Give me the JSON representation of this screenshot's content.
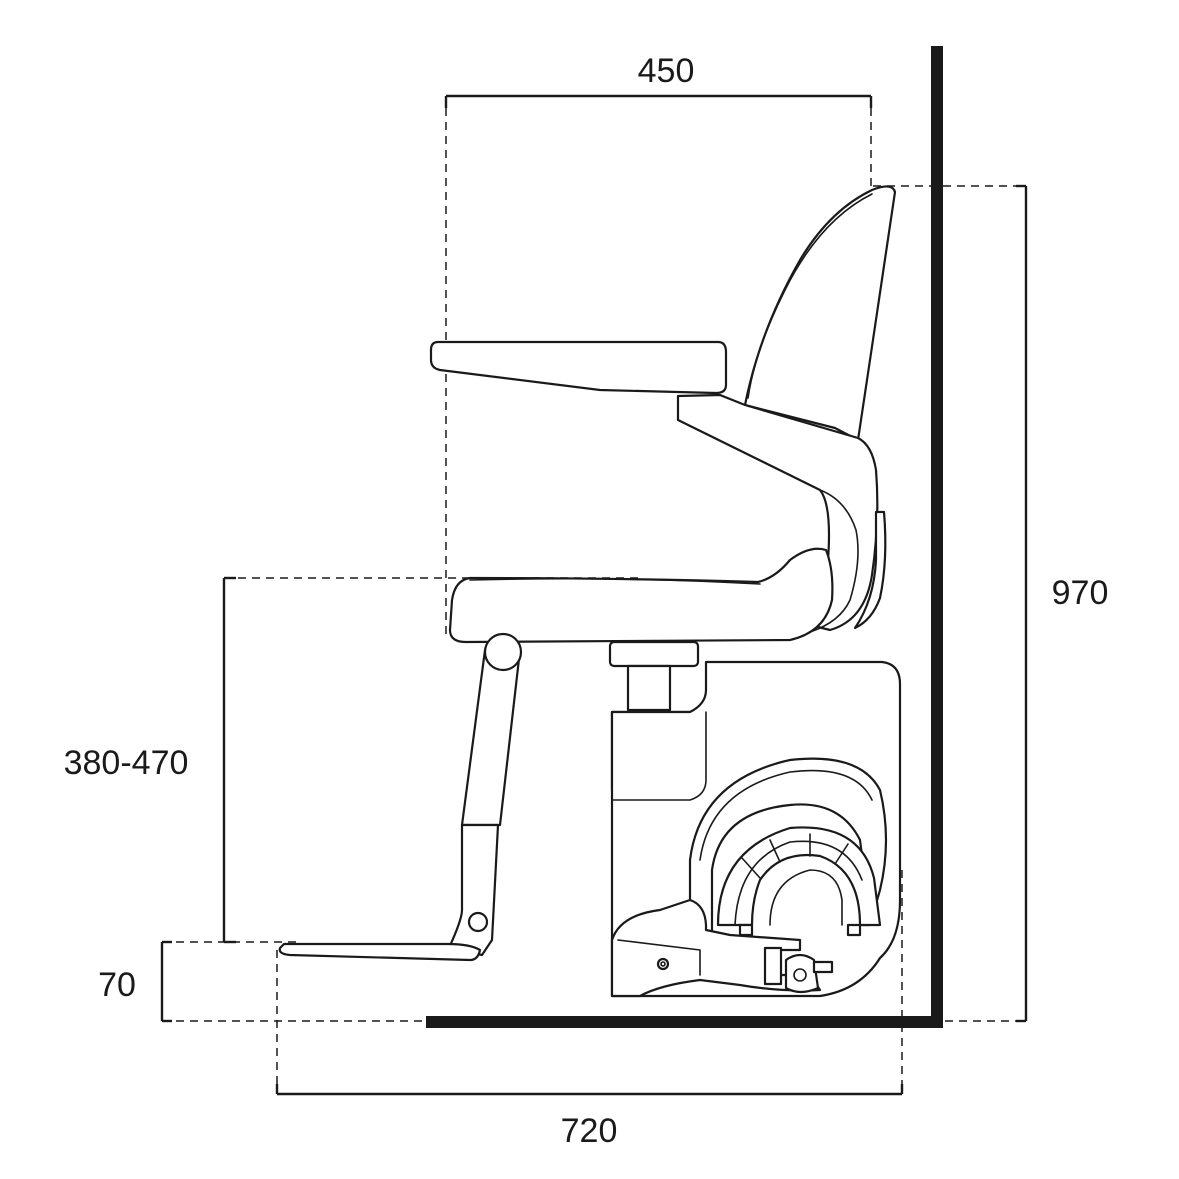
{
  "dimensions": {
    "top_width": "450",
    "total_height": "970",
    "seat_height": "380-470",
    "footrest_height": "70",
    "overall_depth": "720"
  }
}
